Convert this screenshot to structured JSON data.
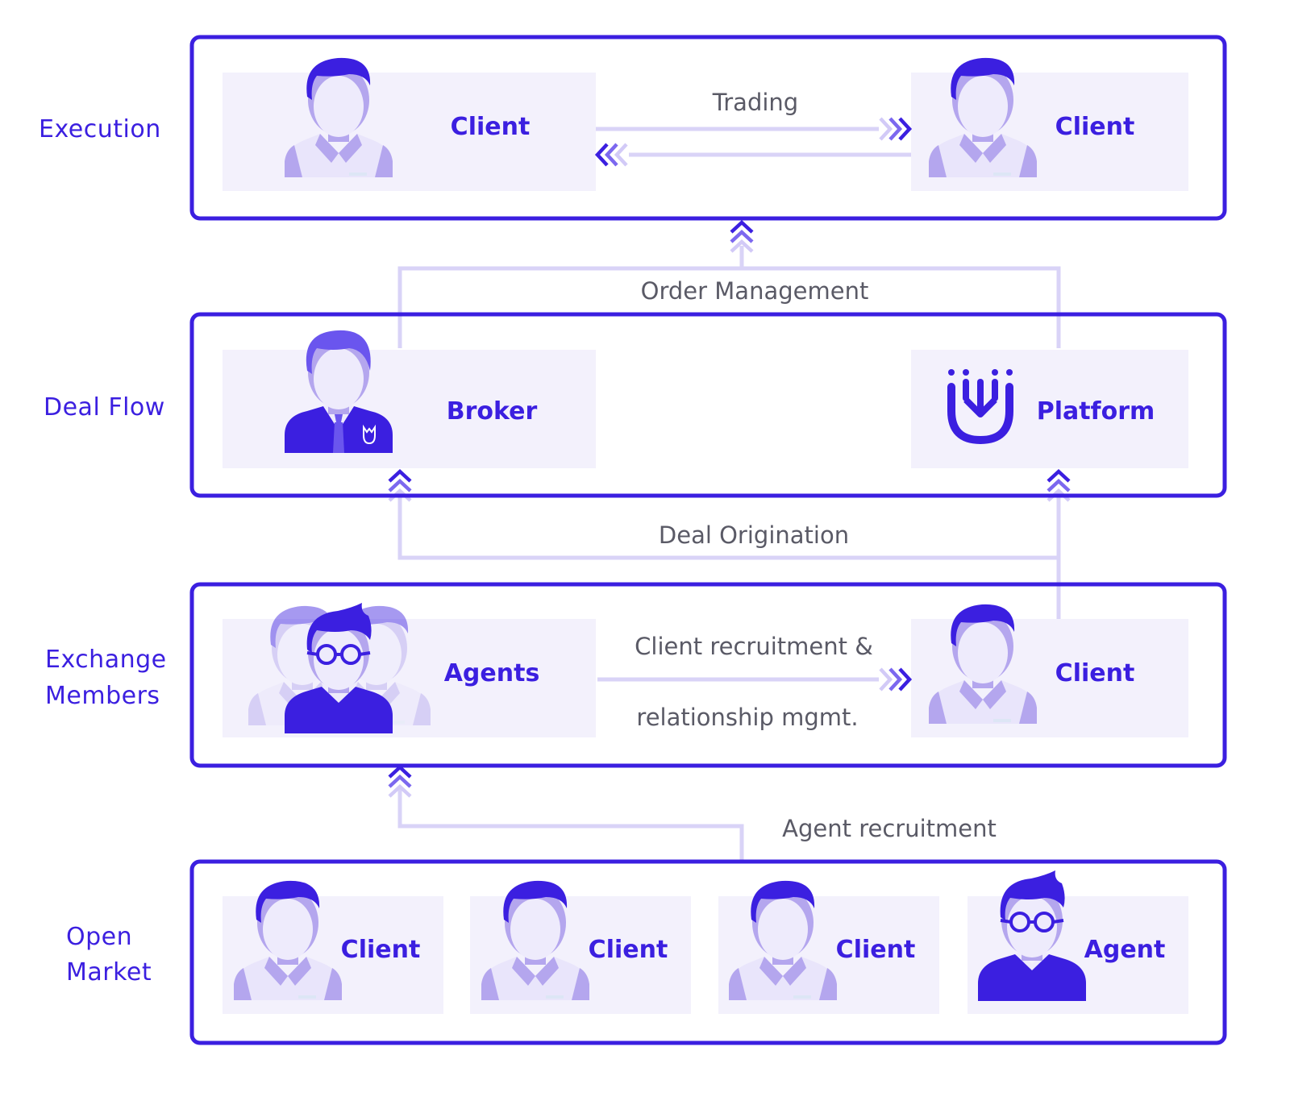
{
  "colors": {
    "accent": "#3b1fe0",
    "accent_light": "#b4a6ee",
    "line_light": "#d9d3f7",
    "card_bg": "#f3f1fc",
    "text_gray": "#5a5a66"
  },
  "levels": {
    "execution": {
      "label": "Execution"
    },
    "deal_flow": {
      "label": "Deal Flow"
    },
    "exchange_members": {
      "label_line1": "Exchange",
      "label_line2": "Members"
    },
    "open_market": {
      "label_line1": "Open",
      "label_line2": "Market"
    }
  },
  "flows": {
    "trading": "Trading",
    "order_management": "Order Management",
    "deal_origination": "Deal Origination",
    "client_recruitment_line1": "Client recruitment &",
    "client_recruitment_line2": "relationship mgmt.",
    "agent_recruitment": "Agent recruitment"
  },
  "nodes": {
    "exec_client_left": {
      "label": "Client",
      "icon": "client-avatar-icon"
    },
    "exec_client_right": {
      "label": "Client",
      "icon": "client-avatar-icon"
    },
    "broker": {
      "label": "Broker",
      "icon": "broker-avatar-icon"
    },
    "platform": {
      "label": "Platform",
      "icon": "platform-logo-icon"
    },
    "agents": {
      "label": "Agents",
      "icon": "agents-group-icon"
    },
    "member_client": {
      "label": "Client",
      "icon": "client-avatar-icon"
    },
    "market_client_1": {
      "label": "Client",
      "icon": "client-avatar-icon"
    },
    "market_client_2": {
      "label": "Client",
      "icon": "client-avatar-icon"
    },
    "market_client_3": {
      "label": "Client",
      "icon": "client-avatar-icon"
    },
    "market_agent": {
      "label": "Agent",
      "icon": "agent-avatar-icon"
    }
  }
}
